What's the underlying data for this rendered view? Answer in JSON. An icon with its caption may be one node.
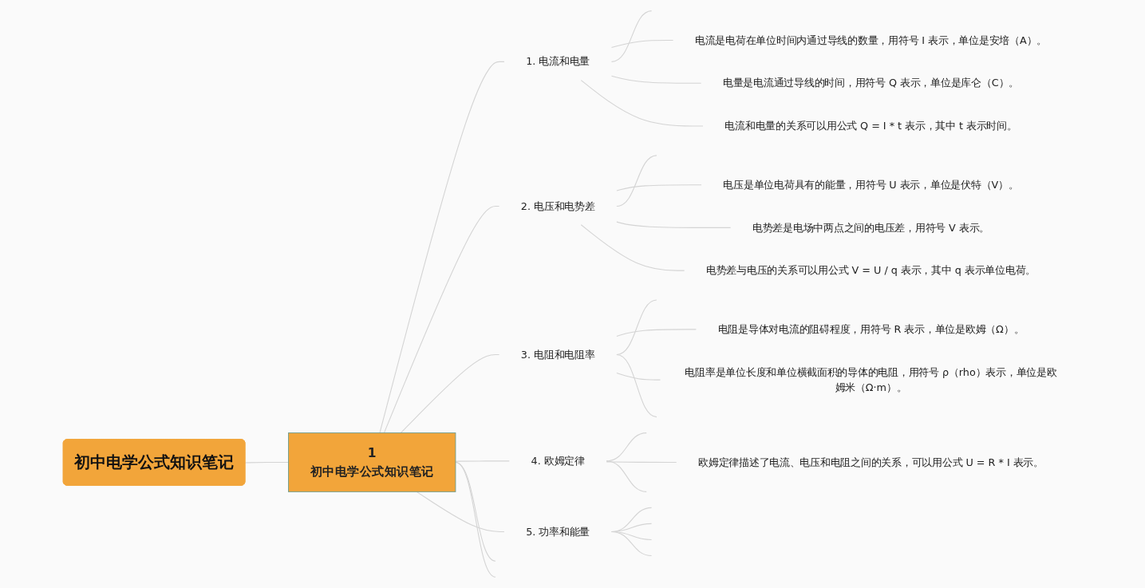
{
  "diagram": {
    "nodes": [
      {
        "text": [
          "初中电学公式知识笔记"
        ]
      },
      {
        "text": [
          "1",
          "初中电学公式知识笔记"
        ]
      },
      {
        "text": [
          "1. 电流和电量"
        ]
      },
      {
        "text": [
          "电流是电荷在单位时间内通过导线的数量，用符号 I 表示，单位是安培（A）。"
        ]
      },
      {
        "text": [
          "电量是电流通过导线的时间，用符号 Q 表示，单位是库仑（C）。"
        ]
      },
      {
        "text": [
          "电流和电量的关系可以用公式 Q = I * t 表示，其中 t 表示时间。"
        ]
      },
      {
        "text": [
          "2. 电压和电势差"
        ]
      },
      {
        "text": [
          "电压是单位电荷具有的能量，用符号 U 表示，单位是伏特（V）。"
        ]
      },
      {
        "text": [
          "电势差是电场中两点之间的电压差，用符号 V 表示。"
        ]
      },
      {
        "text": [
          "电势差与电压的关系可以用公式 V = U / q 表示，其中 q 表示单位电荷。"
        ]
      },
      {
        "text": [
          "3. 电阻和电阻率"
        ]
      },
      {
        "text": [
          "电阻是导体对电流的阻碍程度，用符号 R 表示，单位是欧姆（Ω）。"
        ]
      },
      {
        "text": [
          "电阻率是单位长度和单位横截面积的导体的电阻，用符号 ρ（rho）表示，单位是欧姆米（Ω·m）。"
        ]
      },
      {
        "text": [
          "4. 欧姆定律"
        ]
      },
      {
        "text": [
          "欧姆定律描述了电流、电压和电阻之间的关系，可以用公式 U = R * I 表示。"
        ]
      },
      {
        "text": [
          "5. 功率和能量"
        ]
      }
    ],
    "edges": [
      {
        "from": 0,
        "to": 1,
        "arrow": "none"
      },
      {
        "from": 1,
        "to": 2,
        "arrow": "none"
      },
      {
        "from": 1,
        "to": 6,
        "arrow": "none"
      },
      {
        "from": 1,
        "to": 10,
        "arrow": "none"
      },
      {
        "from": 1,
        "to": 13,
        "arrow": "none"
      },
      {
        "from": 1,
        "to": 15,
        "arrow": "none"
      },
      {
        "from": 1,
        "to": null,
        "arrow": "none"
      },
      {
        "from": 1,
        "to": null,
        "arrow": "none"
      },
      {
        "from": 2,
        "to": null,
        "arrow": "none"
      },
      {
        "from": 2,
        "to": 3,
        "arrow": "none"
      },
      {
        "from": 2,
        "to": 4,
        "arrow": "none"
      },
      {
        "from": 2,
        "to": 5,
        "arrow": "none"
      },
      {
        "from": 6,
        "to": null,
        "arrow": "none"
      },
      {
        "from": 6,
        "to": 7,
        "arrow": "none"
      },
      {
        "from": 6,
        "to": 8,
        "arrow": "none"
      },
      {
        "from": 6,
        "to": 9,
        "arrow": "none"
      },
      {
        "from": 10,
        "to": null,
        "arrow": "none"
      },
      {
        "from": 10,
        "to": 11,
        "arrow": "none"
      },
      {
        "from": 10,
        "to": 12,
        "arrow": "none"
      },
      {
        "from": 10,
        "to": null,
        "arrow": "none"
      },
      {
        "from": 13,
        "to": null,
        "arrow": "none"
      },
      {
        "from": 13,
        "to": 14,
        "arrow": "none"
      },
      {
        "from": 13,
        "to": null,
        "arrow": "none"
      },
      {
        "from": 15,
        "to": null,
        "arrow": "none"
      },
      {
        "from": 15,
        "to": null,
        "arrow": "none"
      },
      {
        "from": 15,
        "to": null,
        "arrow": "none"
      },
      {
        "from": 15,
        "to": null,
        "arrow": "none"
      }
    ]
  }
}
